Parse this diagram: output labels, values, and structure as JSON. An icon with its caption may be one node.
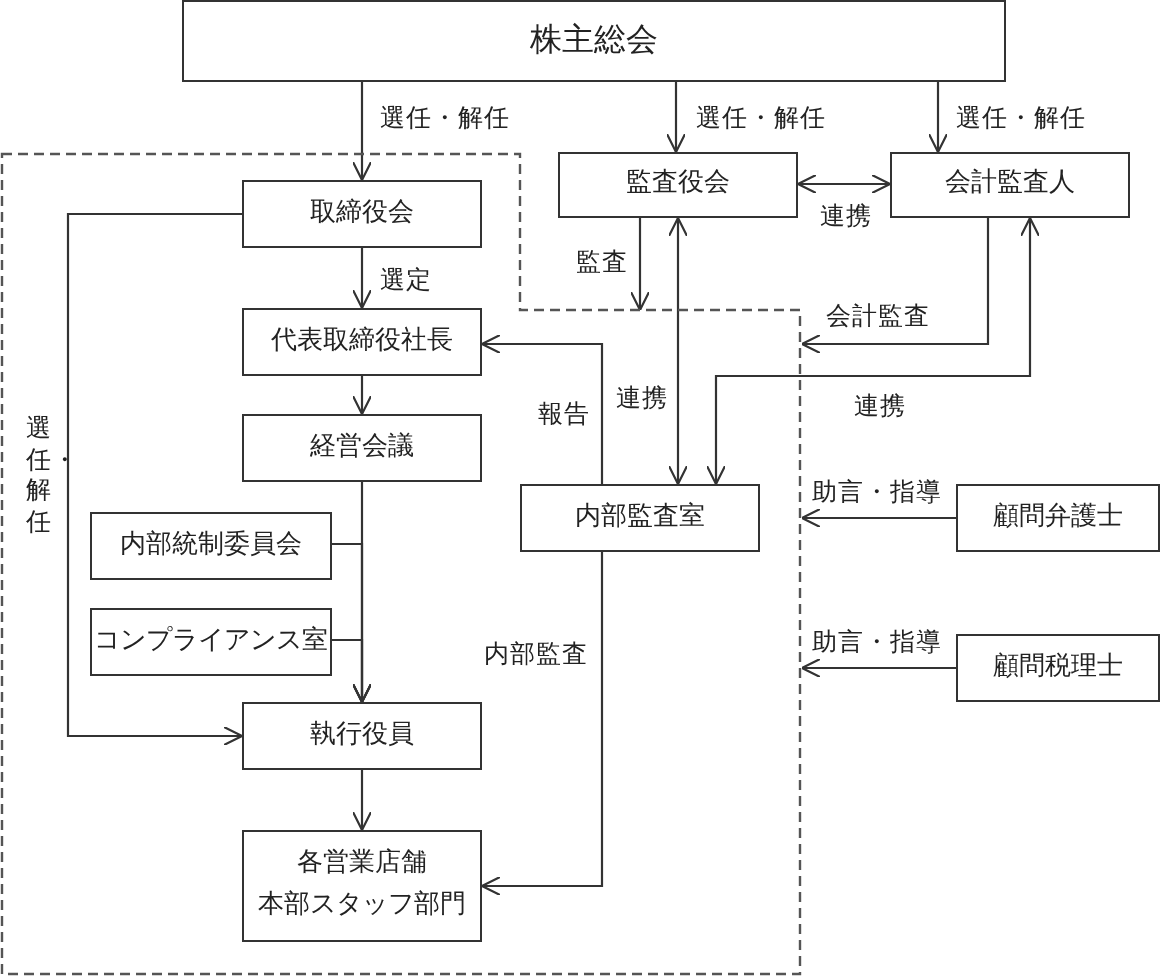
{
  "diagram": {
    "nodes": [
      {
        "text": [
          "株主総会"
        ]
      },
      {
        "text": [],
        "shape": "box"
      },
      {
        "text": [
          "取締役会"
        ],
        "in": 1
      },
      {
        "text": [
          "監査役会"
        ]
      },
      {
        "text": [
          "会計監査人"
        ]
      },
      {
        "text": [
          "代表取締役社長"
        ],
        "in": 1
      },
      {
        "text": [
          "経営会議"
        ],
        "in": 1
      },
      {
        "text": [
          "内部監査室"
        ],
        "in": 1
      },
      {
        "text": [
          "内部統制委員会"
        ],
        "in": 1
      },
      {
        "text": [
          "コンプライアンス室"
        ],
        "in": 1
      },
      {
        "text": [
          "執行役員"
        ],
        "in": 1
      },
      {
        "text": [
          "各営業店舗",
          "本部スタッフ部門"
        ],
        "in": 1
      },
      {
        "text": [
          "顧問弁護士"
        ]
      },
      {
        "text": [
          "顧問税理士"
        ]
      }
    ],
    "edges": [
      {
        "from": 0,
        "to": 2,
        "arrow": "to",
        "label": "選任・解任"
      },
      {
        "from": 0,
        "to": 3,
        "arrow": "to",
        "label": "選任・解任"
      },
      {
        "from": 0,
        "to": 4,
        "arrow": "to",
        "label": "選任・解任"
      },
      {
        "from": 3,
        "to": 4,
        "arrow": "both",
        "label": "連携"
      },
      {
        "from": 2,
        "to": 5,
        "arrow": "to",
        "label": "選定"
      },
      {
        "from": 2,
        "to": 10,
        "arrow": "to",
        "label": "選任・解任"
      },
      {
        "from": 3,
        "to": 1,
        "arrow": "to",
        "label": "監査"
      },
      {
        "from": 4,
        "to": 1,
        "arrow": "to",
        "label": "会計監査"
      },
      {
        "from": 3,
        "to": 7,
        "arrow": "both",
        "label": "連携"
      },
      {
        "from": 4,
        "to": 7,
        "arrow": "both",
        "label": "連携"
      },
      {
        "from": 7,
        "to": 5,
        "arrow": "to",
        "label": "報告"
      },
      {
        "from": 5,
        "to": 6,
        "arrow": "to"
      },
      {
        "from": 6,
        "to": 10,
        "arrow": "to"
      },
      {
        "from": 8,
        "to": 10,
        "arrow": "to"
      },
      {
        "from": 9,
        "to": 10,
        "arrow": "to"
      },
      {
        "from": 10,
        "to": 11,
        "arrow": "to"
      },
      {
        "from": 7,
        "to": 11,
        "arrow": "to",
        "label": "内部監査"
      },
      {
        "from": 12,
        "to": 1,
        "arrow": "to",
        "label": "助言・指導"
      },
      {
        "from": 13,
        "to": 1,
        "arrow": "to",
        "label": "助言・指導"
      }
    ]
  }
}
